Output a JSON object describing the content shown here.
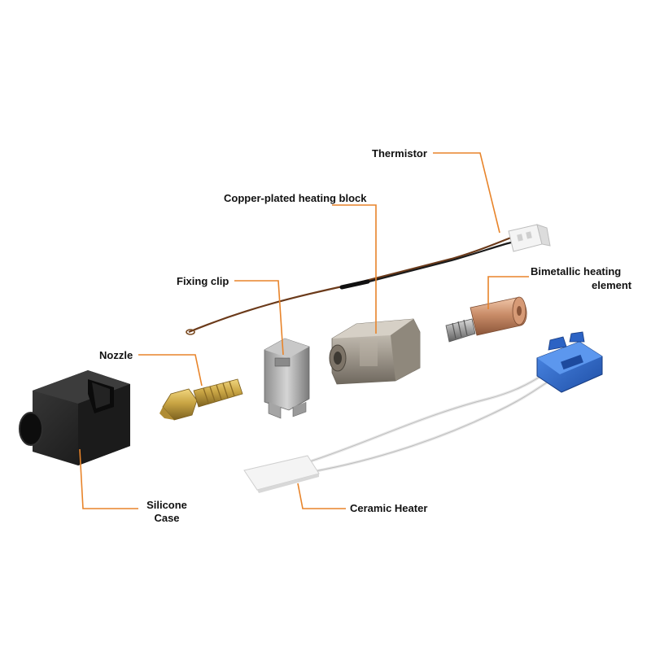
{
  "colors": {
    "leader": "#e8842a",
    "label": "#111111",
    "silicone": "#1f1f1f",
    "brass": "#c9a544",
    "copper": "#c98c68",
    "nickel": "#b3ada3",
    "connector_blue": "#2f6fd0",
    "ceramic": "#f2f2f2"
  },
  "labels": {
    "thermistor": "Thermistor",
    "heating_block": "Copper-plated heating block",
    "fixing_clip": "Fixing clip",
    "bimetallic_line1": "Bimetallic heating",
    "bimetallic_line2": "element",
    "nozzle": "Nozzle",
    "silicone_line1": "Silicone",
    "silicone_line2": "Case",
    "ceramic_heater": "Ceramic Heater"
  },
  "parts": [
    {
      "name": "silicone-case",
      "icon": "silicone-case-icon"
    },
    {
      "name": "nozzle",
      "icon": "nozzle-icon"
    },
    {
      "name": "fixing-clip",
      "icon": "fixing-clip-icon"
    },
    {
      "name": "heating-block",
      "icon": "heating-block-icon"
    },
    {
      "name": "bimetallic-heating-element",
      "icon": "heat-break-icon"
    },
    {
      "name": "thermistor",
      "icon": "thermistor-icon"
    },
    {
      "name": "ceramic-heater",
      "icon": "ceramic-heater-icon"
    }
  ]
}
